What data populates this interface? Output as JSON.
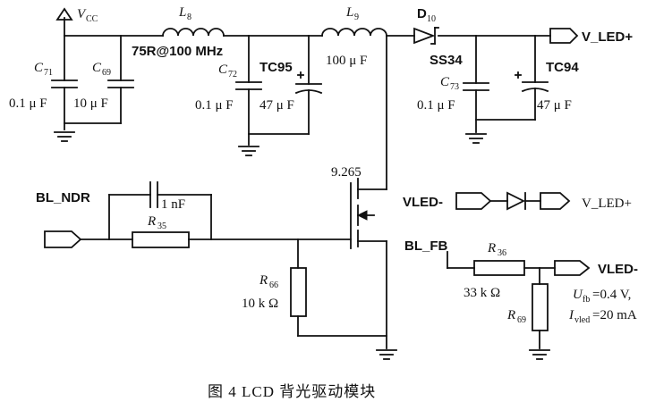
{
  "labels": {
    "vcc": "V",
    "vcc_sub": "CC",
    "l8": "L",
    "l8_sub": "8",
    "l8_value": "75R@100 MHz",
    "l9": "L",
    "l9_sub": "9",
    "l9_value": "100 μ F",
    "d10": "D",
    "d10_sub": "10",
    "d10_part": "SS34",
    "v_led_plus_top": "V_LED+",
    "c71": "C",
    "c71_sub": "71",
    "c71_value": "0.1 μ F",
    "c69": "C",
    "c69_sub": "69",
    "c69_value": "10 μ F",
    "c72": "C",
    "c72_sub": "72",
    "c72_value": "0.1 μ F",
    "tc95": "TC95",
    "tc95_value": "47 μ F",
    "c73": "C",
    "c73_sub": "73",
    "c73_value": "0.1 μ F",
    "tc94": "TC94",
    "tc94_value": "47 μ F",
    "mosfet": "9.265",
    "bl_ndr": "BL_NDR",
    "cap_1nf": "1 nF",
    "r35": "R",
    "r35_sub": "35",
    "r66": "R",
    "r66_sub": "66",
    "r66_value": "10 k Ω",
    "vled_minus_in": "VLED-",
    "v_led_plus_out": "V_LED+",
    "bl_fb": "BL_FB",
    "r36": "R",
    "r36_sub": "36",
    "r36_value": "33 k Ω",
    "vled_minus_out": "VLED-",
    "r69": "R",
    "r69_sub": "69",
    "ufb": "U",
    "ufb_sub": "fb",
    "ufb_value": "=0.4 V,",
    "ivled": "I",
    "ivled_sub": "vled",
    "ivled_value": "=20 mA",
    "caption": "图 4   LCD 背光驱动模块"
  }
}
